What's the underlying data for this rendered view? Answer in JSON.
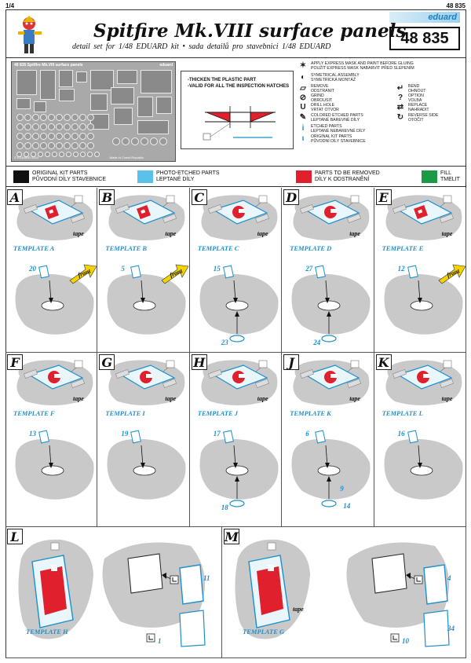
{
  "page": {
    "page_num": "1/4",
    "code_small": "48 835"
  },
  "header": {
    "title": "Spitfire Mk.VIII surface panels",
    "subtitle": "detail set for 1/48  EDUARD  kit   •   sada detailů pro stavebnici  1/48  EDUARD",
    "brand": "eduard",
    "code": "48 835"
  },
  "fret": {
    "title": "48 835   Spitfire Mk.VIII surface panels",
    "brand": "eduard",
    "made": "Made in Czech Republic",
    "copyright": "© EDUARD 2010"
  },
  "thicken": {
    "line1": "-THICKEN THE PLASTIC PART",
    "line2": "-VALID FOR ALL THE INSPECTION HATCHES"
  },
  "legend": [
    {
      "icon": "✶",
      "icon_name": "express-mask-icon",
      "text": "APPLY EXPRESS MASK AND PAINT BEFORE GLUING\nPOUŽÍT EXPRESS MASK NABARVIT PŘED SLEPENÍM"
    },
    {
      "icon": "◐",
      "icon_name": "symmetrical-icon",
      "text": "SYMETRICAL ASSEMBLY\nSYMETRICKÁ MONTÁŽ"
    },
    {
      "icon": "▱",
      "icon_name": "remove-icon",
      "text": "REMOVE\nODSTRANIT"
    },
    {
      "icon": "⊘",
      "icon_name": "grind-icon",
      "text": "GRIND\nOBROUSIT"
    },
    {
      "icon": "U",
      "icon_name": "drill-hole-icon",
      "text": "DRILL HOLE\nVRTAT OTVOR"
    },
    {
      "icon": "✎",
      "icon_name": "colored-parts-icon",
      "text": "COLORED ETCHED PARTS\nLEPTANÉ BAREVNÉ DÍLY"
    },
    {
      "icon": "i",
      "icon_name": "etched-parts-icon",
      "text": "ETCHED PARTS\nLEPTANÉ NEBAREVNÉ DÍLY"
    },
    {
      "icon": "ı",
      "icon_name": "original-parts-icon",
      "text": "ORIGINAL KIT PARTS\nPŮVODNÍ DÍLY STAVEBNICE"
    },
    {
      "icon": "↵",
      "icon_name": "bend-icon",
      "text": "BEND\nOHNOUT"
    },
    {
      "icon": "?",
      "icon_name": "option-icon",
      "text": "OPTION\nVOLBA"
    },
    {
      "icon": "⇄",
      "icon_name": "replace-icon",
      "text": "REPLACE\nNAHRADIT"
    },
    {
      "icon": "↻",
      "icon_name": "reverse-side-icon",
      "text": "REVERSE SIDE\nOTOČIT"
    }
  ],
  "color_key": [
    {
      "color": "#111111",
      "line1": "ORIGINAL KIT PARTS",
      "line2": "PŮVODNÍ DÍLY STAVEBNICE"
    },
    {
      "color": "#5ac1ea",
      "line1": "PHOTO-ETCHED PARTS",
      "line2": "LEPTANÉ DÍLY"
    },
    {
      "color": "#e0202c",
      "line1": "PARTS TO BE REMOVED",
      "line2": "DÍLY K ODSTRANĚNÍ"
    },
    {
      "color": "#1b9a45",
      "line1": "FILL",
      "line2": "TMELIT"
    }
  ],
  "colors": {
    "accent_blue": "#1c8fd0",
    "remove_red": "#e0202c",
    "plastic_gray": "#c9c9c9"
  },
  "steps": [
    {
      "letter": "A",
      "template": "TEMPLATE  A",
      "tape": "tape",
      "parts": [
        "20"
      ],
      "front": "front"
    },
    {
      "letter": "B",
      "template": "TEMPLATE  B",
      "tape": "tape",
      "parts": [
        "5"
      ],
      "front": "front"
    },
    {
      "letter": "C",
      "template": "TEMPLATE  C",
      "tape": "tape",
      "parts": [
        "15",
        "23"
      ]
    },
    {
      "letter": "D",
      "template": "TEMPLATE  D",
      "tape": "tape",
      "parts": [
        "27",
        "24"
      ]
    },
    {
      "letter": "E",
      "template": "TEMPLATE  E",
      "tape": "tape",
      "parts": [
        "12"
      ],
      "front": "front"
    },
    {
      "letter": "F",
      "template": "TEMPLATE  F",
      "tape": "tape",
      "parts": [
        "13"
      ]
    },
    {
      "letter": "G",
      "template": "TEMPLATE  I",
      "tape": "tape",
      "parts": [
        "19"
      ]
    },
    {
      "letter": "H",
      "template": "TEMPLATE  J",
      "tape": "tape",
      "parts": [
        "17",
        "18"
      ]
    },
    {
      "letter": "J",
      "template": "TEMPLATE  K",
      "tape": "tape",
      "parts": [
        "6",
        "14",
        "9"
      ]
    },
    {
      "letter": "K",
      "template": "TEMPLATE  L",
      "tape": "tape",
      "parts": [
        "16"
      ]
    },
    {
      "letter": "L",
      "template": "TEMPLATE  H",
      "tape": "",
      "parts": [
        "11",
        "1"
      ]
    },
    {
      "letter": "M",
      "template": "TEMPLATE  G",
      "tape": "tape",
      "parts": [
        "4",
        "10",
        "34"
      ]
    }
  ]
}
